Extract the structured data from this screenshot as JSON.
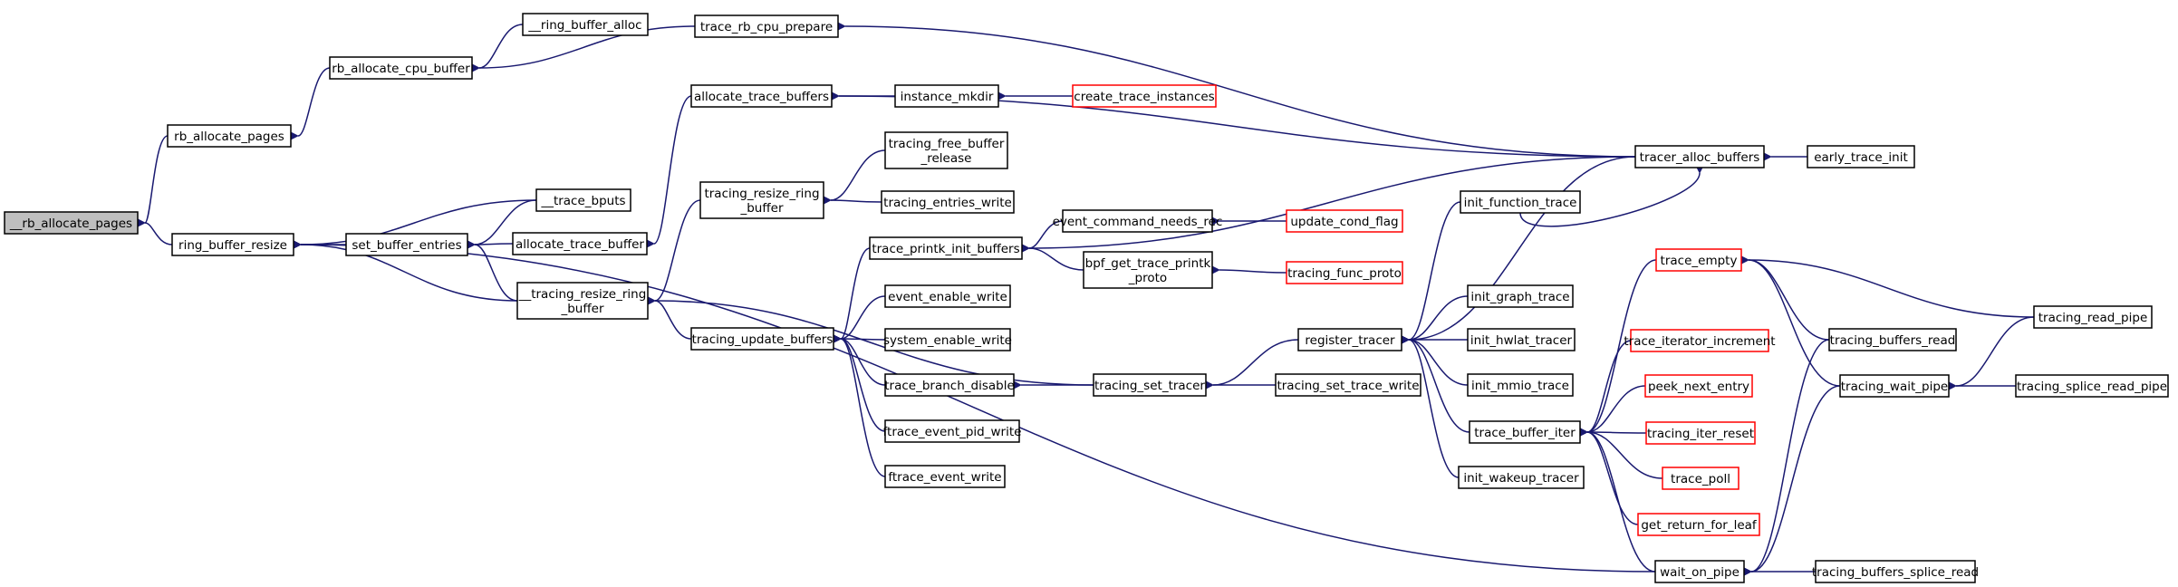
{
  "diagram": {
    "title": "",
    "colors": {
      "edge": "#191970",
      "node_border": "#000000",
      "truncated_border": "#ff0000",
      "root_fill": "#bfbfbf",
      "node_fill": "#ffffff"
    },
    "nodes": [
      {
        "id": "n_rb_alloc_pages",
        "lines": [
          "__rb_allocate_pages"
        ],
        "style": "root"
      },
      {
        "id": "n_rb_allocate_pages",
        "lines": [
          "rb_allocate_pages"
        ],
        "style": "normal"
      },
      {
        "id": "n_ring_buffer_resize",
        "lines": [
          "ring_buffer_resize"
        ],
        "style": "normal"
      },
      {
        "id": "n_rb_allocate_cpu_buffer",
        "lines": [
          "rb_allocate_cpu_buffer"
        ],
        "style": "normal"
      },
      {
        "id": "n_ring_buffer_alloc",
        "lines": [
          "__ring_buffer_alloc"
        ],
        "style": "normal"
      },
      {
        "id": "n_trace_rb_cpu_prepare",
        "lines": [
          "trace_rb_cpu_prepare"
        ],
        "style": "normal"
      },
      {
        "id": "n_set_buffer_entries",
        "lines": [
          "set_buffer_entries"
        ],
        "style": "normal"
      },
      {
        "id": "n_trace_bputs",
        "lines": [
          "__trace_bputs"
        ],
        "style": "normal"
      },
      {
        "id": "n_allocate_trace_buffer",
        "lines": [
          "allocate_trace_buffer"
        ],
        "style": "normal"
      },
      {
        "id": "n_tracing_resize_ring_buffer_u",
        "lines": [
          "__tracing_resize_ring",
          "_buffer"
        ],
        "style": "normal"
      },
      {
        "id": "n_allocate_trace_buffers",
        "lines": [
          "allocate_trace_buffers"
        ],
        "style": "normal"
      },
      {
        "id": "n_instance_mkdir",
        "lines": [
          "instance_mkdir"
        ],
        "style": "normal"
      },
      {
        "id": "n_create_trace_instances",
        "lines": [
          "create_trace_instances"
        ],
        "style": "truncated"
      },
      {
        "id": "n_tracing_resize_ring_buffer",
        "lines": [
          "tracing_resize_ring",
          "_buffer"
        ],
        "style": "normal"
      },
      {
        "id": "n_tracing_free_buffer_release",
        "lines": [
          "tracing_free_buffer",
          "_release"
        ],
        "style": "normal"
      },
      {
        "id": "n_tracing_entries_write",
        "lines": [
          "tracing_entries_write"
        ],
        "style": "normal"
      },
      {
        "id": "n_tracing_update_buffers",
        "lines": [
          "tracing_update_buffers"
        ],
        "style": "normal"
      },
      {
        "id": "n_trace_printk_init_buffers",
        "lines": [
          "trace_printk_init_buffers"
        ],
        "style": "normal"
      },
      {
        "id": "n_event_enable_write",
        "lines": [
          "event_enable_write"
        ],
        "style": "normal"
      },
      {
        "id": "n_system_enable_write",
        "lines": [
          "system_enable_write"
        ],
        "style": "normal"
      },
      {
        "id": "n_trace_branch_disable",
        "lines": [
          "trace_branch_disable"
        ],
        "style": "normal"
      },
      {
        "id": "n_ftrace_event_pid_write",
        "lines": [
          "ftrace_event_pid_write"
        ],
        "style": "normal"
      },
      {
        "id": "n_ftrace_event_write",
        "lines": [
          "ftrace_event_write"
        ],
        "style": "normal"
      },
      {
        "id": "n_event_command_needs_rec",
        "lines": [
          "event_command_needs_rec"
        ],
        "style": "normal"
      },
      {
        "id": "n_update_cond_flag",
        "lines": [
          "update_cond_flag"
        ],
        "style": "truncated"
      },
      {
        "id": "n_bpf_get_trace_printk_proto",
        "lines": [
          "bpf_get_trace_printk",
          "_proto"
        ],
        "style": "normal"
      },
      {
        "id": "n_tracing_func_proto",
        "lines": [
          "tracing_func_proto"
        ],
        "style": "truncated"
      },
      {
        "id": "n_tracing_set_tracer",
        "lines": [
          "tracing_set_tracer"
        ],
        "style": "normal"
      },
      {
        "id": "n_tracing_set_trace_write",
        "lines": [
          "tracing_set_trace_write"
        ],
        "style": "normal"
      },
      {
        "id": "n_register_tracer",
        "lines": [
          "register_tracer"
        ],
        "style": "normal"
      },
      {
        "id": "n_init_function_trace",
        "lines": [
          "init_function_trace"
        ],
        "style": "normal"
      },
      {
        "id": "n_init_graph_trace",
        "lines": [
          "init_graph_trace"
        ],
        "style": "normal"
      },
      {
        "id": "n_init_hwlat_tracer",
        "lines": [
          "init_hwlat_tracer"
        ],
        "style": "normal"
      },
      {
        "id": "n_init_mmio_trace",
        "lines": [
          "init_mmio_trace"
        ],
        "style": "normal"
      },
      {
        "id": "n_trace_buffer_iter",
        "lines": [
          "trace_buffer_iter"
        ],
        "style": "normal"
      },
      {
        "id": "n_init_wakeup_tracer",
        "lines": [
          "init_wakeup_tracer"
        ],
        "style": "normal"
      },
      {
        "id": "n_tracer_alloc_buffers",
        "lines": [
          "tracer_alloc_buffers"
        ],
        "style": "normal"
      },
      {
        "id": "n_early_trace_init",
        "lines": [
          "early_trace_init"
        ],
        "style": "normal"
      },
      {
        "id": "n_trace_empty",
        "lines": [
          "trace_empty"
        ],
        "style": "truncated"
      },
      {
        "id": "n_trace_iterator_increment",
        "lines": [
          "trace_iterator_increment"
        ],
        "style": "truncated"
      },
      {
        "id": "n_peek_next_entry",
        "lines": [
          "peek_next_entry"
        ],
        "style": "truncated"
      },
      {
        "id": "n_tracing_iter_reset",
        "lines": [
          "tracing_iter_reset"
        ],
        "style": "truncated"
      },
      {
        "id": "n_trace_poll",
        "lines": [
          "trace_poll"
        ],
        "style": "truncated"
      },
      {
        "id": "n_get_return_for_leaf",
        "lines": [
          "get_return_for_leaf"
        ],
        "style": "truncated"
      },
      {
        "id": "n_wait_on_pipe",
        "lines": [
          "wait_on_pipe"
        ],
        "style": "normal"
      },
      {
        "id": "n_tracing_buffers_read",
        "lines": [
          "tracing_buffers_read"
        ],
        "style": "normal"
      },
      {
        "id": "n_tracing_wait_pipe",
        "lines": [
          "tracing_wait_pipe"
        ],
        "style": "normal"
      },
      {
        "id": "n_tracing_buffers_splice_read",
        "lines": [
          "tracing_buffers_splice_read"
        ],
        "style": "normal"
      },
      {
        "id": "n_tracing_read_pipe",
        "lines": [
          "tracing_read_pipe"
        ],
        "style": "normal"
      },
      {
        "id": "n_tracing_splice_read_pipe",
        "lines": [
          "tracing_splice_read_pipe"
        ],
        "style": "normal"
      }
    ],
    "edges": [
      {
        "from": "n_rb_allocate_pages",
        "to": "n_rb_alloc_pages"
      },
      {
        "from": "n_ring_buffer_resize",
        "to": "n_rb_alloc_pages"
      },
      {
        "from": "n_rb_allocate_cpu_buffer",
        "to": "n_rb_allocate_pages"
      },
      {
        "from": "n_ring_buffer_alloc",
        "to": "n_rb_allocate_cpu_buffer"
      },
      {
        "from": "n_trace_rb_cpu_prepare",
        "to": "n_rb_allocate_cpu_buffer"
      },
      {
        "from": "n_tracer_alloc_buffers",
        "to": "n_trace_rb_cpu_prepare"
      },
      {
        "from": "n_trace_bputs",
        "to": "n_ring_buffer_resize"
      },
      {
        "from": "n_set_buffer_entries",
        "to": "n_ring_buffer_resize"
      },
      {
        "from": "n_tracing_resize_ring_buffer_u",
        "to": "n_ring_buffer_resize"
      },
      {
        "from": "n_wait_on_pipe",
        "to": "n_ring_buffer_resize"
      },
      {
        "from": "n_trace_bputs",
        "to": "n_set_buffer_entries"
      },
      {
        "from": "n_allocate_trace_buffer",
        "to": "n_set_buffer_entries"
      },
      {
        "from": "n_tracing_resize_ring_buffer_u",
        "to": "n_set_buffer_entries"
      },
      {
        "from": "n_allocate_trace_buffers",
        "to": "n_allocate_trace_buffer"
      },
      {
        "from": "n_instance_mkdir",
        "to": "n_allocate_trace_buffers"
      },
      {
        "from": "n_tracer_alloc_buffers",
        "to": "n_allocate_trace_buffers"
      },
      {
        "from": "n_create_trace_instances",
        "to": "n_instance_mkdir"
      },
      {
        "from": "n_tracing_resize_ring_buffer",
        "to": "n_tracing_resize_ring_buffer_u"
      },
      {
        "from": "n_tracing_update_buffers",
        "to": "n_tracing_resize_ring_buffer_u"
      },
      {
        "from": "n_tracing_set_tracer",
        "to": "n_tracing_resize_ring_buffer_u"
      },
      {
        "from": "n_tracing_free_buffer_release",
        "to": "n_tracing_resize_ring_buffer"
      },
      {
        "from": "n_tracing_entries_write",
        "to": "n_tracing_resize_ring_buffer"
      },
      {
        "from": "n_trace_printk_init_buffers",
        "to": "n_tracing_update_buffers"
      },
      {
        "from": "n_event_enable_write",
        "to": "n_tracing_update_buffers"
      },
      {
        "from": "n_system_enable_write",
        "to": "n_tracing_update_buffers"
      },
      {
        "from": "n_trace_branch_disable",
        "to": "n_tracing_update_buffers"
      },
      {
        "from": "n_ftrace_event_pid_write",
        "to": "n_tracing_update_buffers"
      },
      {
        "from": "n_ftrace_event_write",
        "to": "n_tracing_update_buffers"
      },
      {
        "from": "n_tracer_alloc_buffers",
        "to": "n_trace_printk_init_buffers"
      },
      {
        "from": "n_event_command_needs_rec",
        "to": "n_trace_printk_init_buffers"
      },
      {
        "from": "n_bpf_get_trace_printk_proto",
        "to": "n_trace_printk_init_buffers"
      },
      {
        "from": "n_update_cond_flag",
        "to": "n_event_command_needs_rec"
      },
      {
        "from": "n_tracing_func_proto",
        "to": "n_bpf_get_trace_printk_proto"
      },
      {
        "from": "n_tracing_set_tracer",
        "to": "n_trace_branch_disable"
      },
      {
        "from": "n_register_tracer",
        "to": "n_tracing_set_tracer"
      },
      {
        "from": "n_tracing_set_trace_write",
        "to": "n_tracing_set_tracer"
      },
      {
        "from": "n_init_function_trace",
        "to": "n_register_tracer"
      },
      {
        "from": "n_tracer_alloc_buffers",
        "to": "n_register_tracer"
      },
      {
        "from": "n_init_graph_trace",
        "to": "n_register_tracer"
      },
      {
        "from": "n_init_hwlat_tracer",
        "to": "n_register_tracer"
      },
      {
        "from": "n_init_mmio_trace",
        "to": "n_register_tracer"
      },
      {
        "from": "n_trace_buffer_iter",
        "to": "n_register_tracer"
      },
      {
        "from": "n_init_wakeup_tracer",
        "to": "n_register_tracer"
      },
      {
        "from": "n_init_function_trace",
        "to": "n_tracer_alloc_buffers"
      },
      {
        "from": "n_early_trace_init",
        "to": "n_tracer_alloc_buffers"
      },
      {
        "from": "n_trace_empty",
        "to": "n_trace_buffer_iter"
      },
      {
        "from": "n_trace_iterator_increment",
        "to": "n_trace_buffer_iter"
      },
      {
        "from": "n_peek_next_entry",
        "to": "n_trace_buffer_iter"
      },
      {
        "from": "n_tracing_iter_reset",
        "to": "n_trace_buffer_iter"
      },
      {
        "from": "n_trace_poll",
        "to": "n_trace_buffer_iter"
      },
      {
        "from": "n_get_return_for_leaf",
        "to": "n_trace_buffer_iter"
      },
      {
        "from": "n_wait_on_pipe",
        "to": "n_trace_buffer_iter"
      },
      {
        "from": "n_tracing_buffers_read",
        "to": "n_trace_empty"
      },
      {
        "from": "n_tracing_wait_pipe",
        "to": "n_trace_empty"
      },
      {
        "from": "n_tracing_read_pipe",
        "to": "n_trace_empty"
      },
      {
        "from": "n_tracing_buffers_read",
        "to": "n_wait_on_pipe"
      },
      {
        "from": "n_tracing_wait_pipe",
        "to": "n_wait_on_pipe"
      },
      {
        "from": "n_tracing_buffers_splice_read",
        "to": "n_wait_on_pipe"
      },
      {
        "from": "n_tracing_read_pipe",
        "to": "n_tracing_wait_pipe"
      },
      {
        "from": "n_tracing_splice_read_pipe",
        "to": "n_tracing_wait_pipe"
      }
    ]
  }
}
